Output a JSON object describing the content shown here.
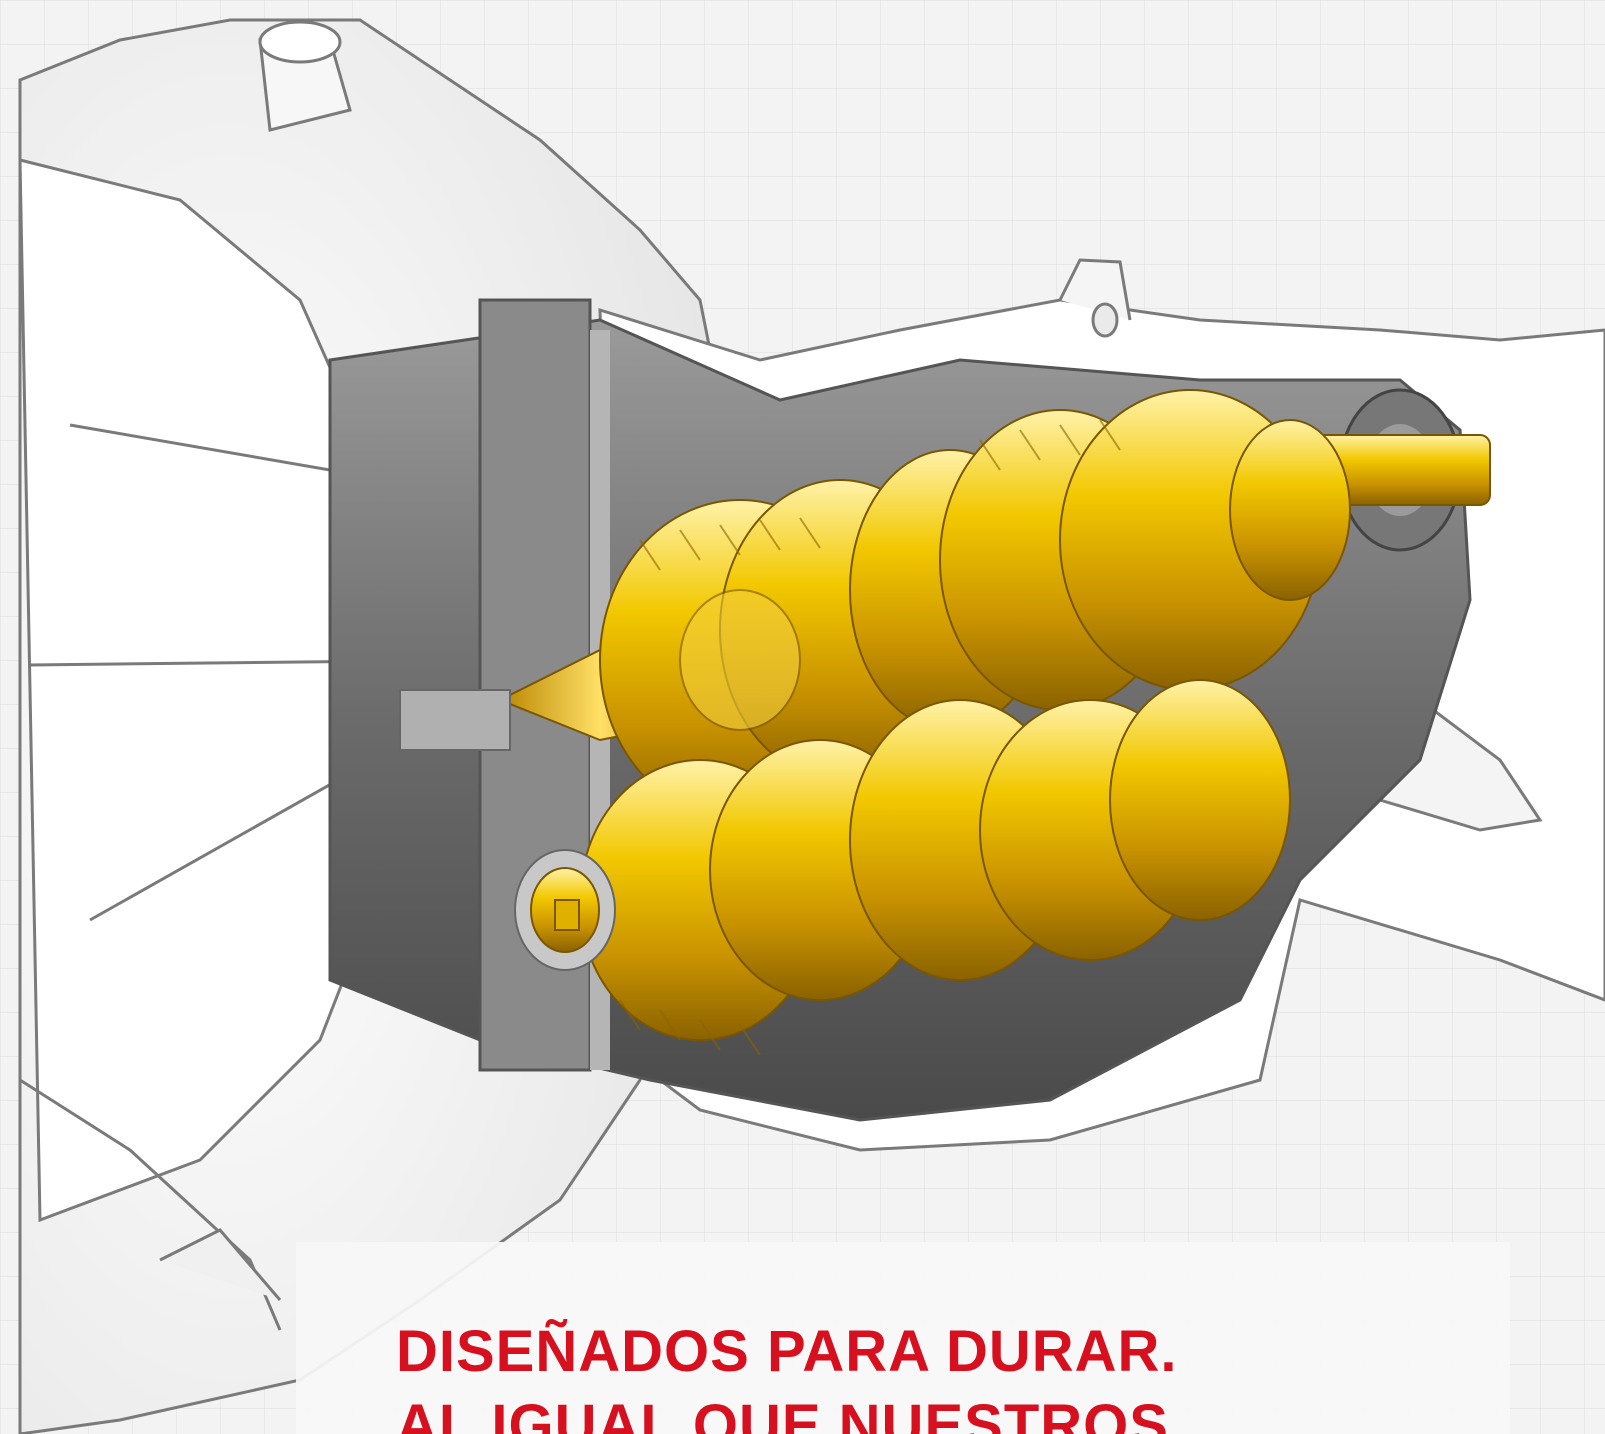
{
  "image": {
    "subject": "cutaway illustration of a manual gearbox",
    "background_color": "#f3f3f3",
    "gear_color": "#e3b200",
    "housing_color": "#ffffff",
    "interior_color": "#6f6f6f"
  },
  "headline": {
    "line1": "DISEÑADOS PARA DURAR.",
    "line2": "AL IGUAL QUE NUESTROS",
    "color": "#d6101f"
  }
}
